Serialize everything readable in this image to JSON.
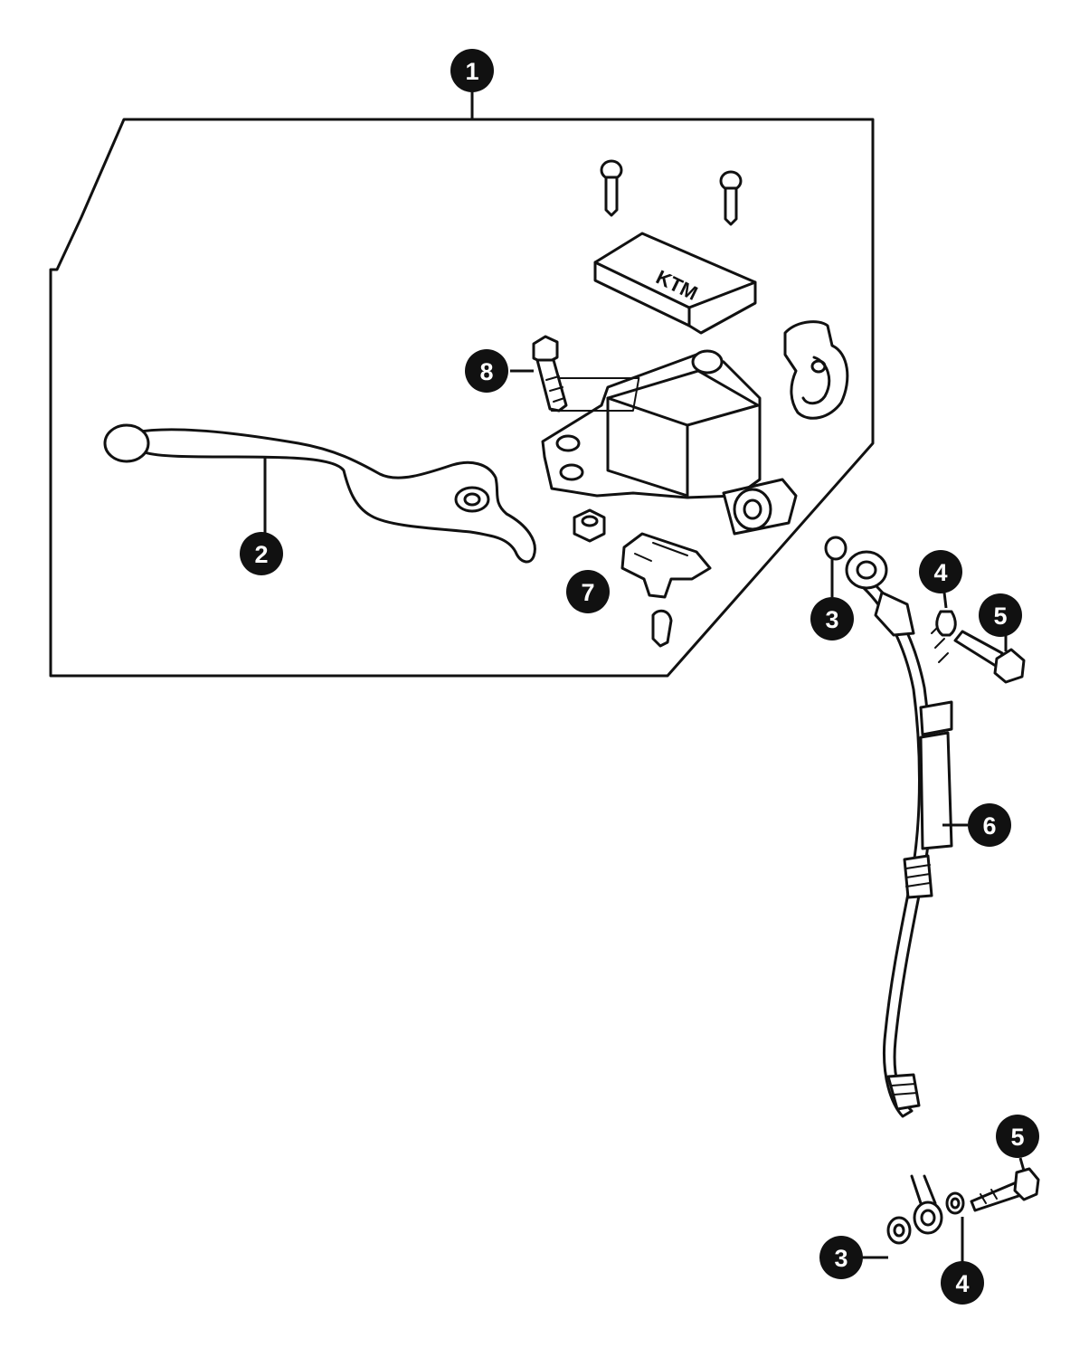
{
  "callouts": [
    {
      "id": "c1",
      "label": "1"
    },
    {
      "id": "c2",
      "label": "2"
    },
    {
      "id": "c3a",
      "label": "3"
    },
    {
      "id": "c3b",
      "label": "3"
    },
    {
      "id": "c4a",
      "label": "4"
    },
    {
      "id": "c4b",
      "label": "4"
    },
    {
      "id": "c5a",
      "label": "5"
    },
    {
      "id": "c5b",
      "label": "5"
    },
    {
      "id": "c6",
      "label": "6"
    },
    {
      "id": "c7",
      "label": "7"
    },
    {
      "id": "c8",
      "label": "8"
    }
  ],
  "reservoir_cap_marking": "KTM"
}
